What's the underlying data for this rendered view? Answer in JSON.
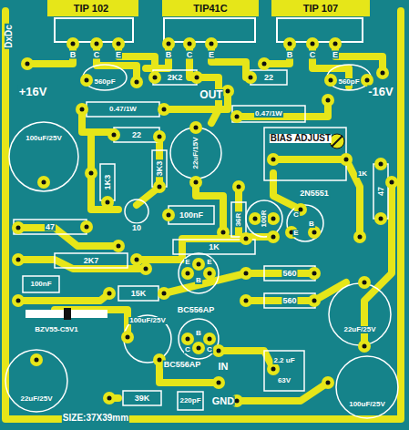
{
  "diagram": {
    "labels": [
      "TIP 102",
      "TIP41C",
      "TIP 107",
      "B",
      "C",
      "E",
      "B",
      "C",
      "E",
      "B",
      "C",
      "E",
      "DxDc",
      "+16V",
      "-16V",
      "560pF",
      "560pF",
      "2K2",
      "22",
      "OUT",
      "0.47/1W",
      "0.47/1W",
      "22",
      "22uF/15V",
      "BIAS ADJUST",
      "1K",
      "100uF/25V",
      "1K3",
      "3K3",
      "10",
      "100nF",
      "2N5551",
      "C",
      "B",
      "E",
      "36R",
      "100R",
      "47",
      "47",
      "1K",
      "2K7",
      "15K",
      "560",
      "560",
      "100nF",
      "BZV55-C5V1",
      "100uF/25V",
      "22uF/25V",
      "22uF/25V",
      "100uF/25V",
      "E",
      "E",
      "B",
      "BC556AP",
      "B",
      "C",
      "C",
      "BC556AP",
      "IN",
      "GND",
      "2.2 uF",
      "63V",
      "39K",
      "220pF",
      "SIZE:37X39mm"
    ]
  }
}
